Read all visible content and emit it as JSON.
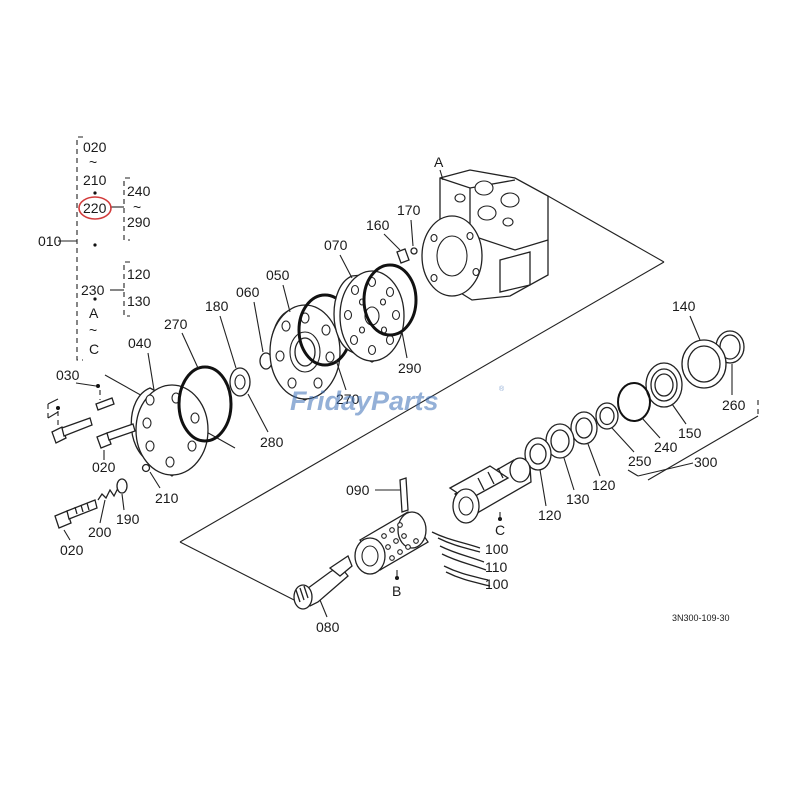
{
  "labels": {
    "l010": "010",
    "l020a": "020",
    "tilde": "~",
    "l210a": "210",
    "l220": "220",
    "l240": "240",
    "l290a": "290",
    "l230": "230",
    "l120a": "120",
    "l130a": "130",
    "lA": "A",
    "lC": "C",
    "l030": "030",
    "l040": "040",
    "l270a": "270",
    "l180": "180",
    "l060": "060",
    "l050": "050",
    "l070": "070",
    "l160": "160",
    "l170": "170",
    "lA2": "A",
    "l290b": "290",
    "l270b": "270",
    "l280": "280",
    "l020b": "020",
    "l210b": "210",
    "l190": "190",
    "l200": "200",
    "l020c": "020",
    "l140": "140",
    "l260": "260",
    "l150": "150",
    "l240b": "240",
    "l250": "250",
    "l300": "300",
    "l120b": "120",
    "l130b": "130",
    "l120c": "120",
    "lC2": "C",
    "l090": "090",
    "l100a": "100",
    "l110": "110",
    "l100b": "100",
    "lB": "B",
    "l080": "080",
    "code": "3N300-109-30"
  },
  "watermark": {
    "brand": "FridayParts",
    "registered": "®",
    "color": "#3d6fb6"
  },
  "highlight": {
    "part": "220",
    "color": "#d23b3b"
  }
}
